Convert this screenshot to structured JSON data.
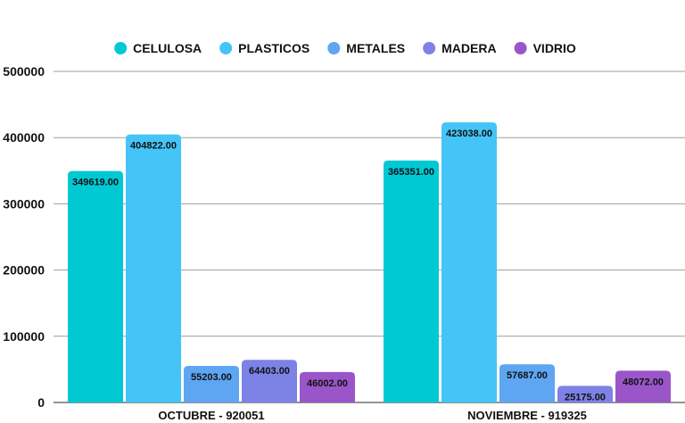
{
  "chart_data": {
    "type": "bar",
    "categories": [
      "OCTUBRE - 920051",
      "NOVIEMBRE - 919325"
    ],
    "series": [
      {
        "name": "CELULOSA",
        "color": "#00c9d4",
        "values": [
          349619.0,
          365351.0
        ],
        "labels": [
          "349619.00",
          "365351.00"
        ]
      },
      {
        "name": "PLASTICOS",
        "color": "#44c4f7",
        "values": [
          404822.0,
          423038.0
        ],
        "labels": [
          "404822.00",
          "423038.00"
        ]
      },
      {
        "name": "METALES",
        "color": "#5ea5f2",
        "values": [
          55203.0,
          57687.0
        ],
        "labels": [
          "55203.00",
          "57687.00"
        ]
      },
      {
        "name": "MADERA",
        "color": "#7c82e6",
        "values": [
          64403.0,
          25175.0
        ],
        "labels": [
          "64403.00",
          "25175.00"
        ]
      },
      {
        "name": "VIDRIO",
        "color": "#9a55c9",
        "values": [
          46002.0,
          48072.0
        ],
        "labels": [
          "46002.00",
          "48072.00"
        ]
      }
    ],
    "ylim": [
      0,
      500000
    ],
    "yticks": [
      0,
      100000,
      200000,
      300000,
      400000,
      500000
    ],
    "ytick_labels": [
      "0",
      "100000",
      "200000",
      "300000",
      "400000",
      "500000"
    ],
    "grid": true,
    "legend": "top-center",
    "title": "",
    "xlabel": "",
    "ylabel": ""
  }
}
